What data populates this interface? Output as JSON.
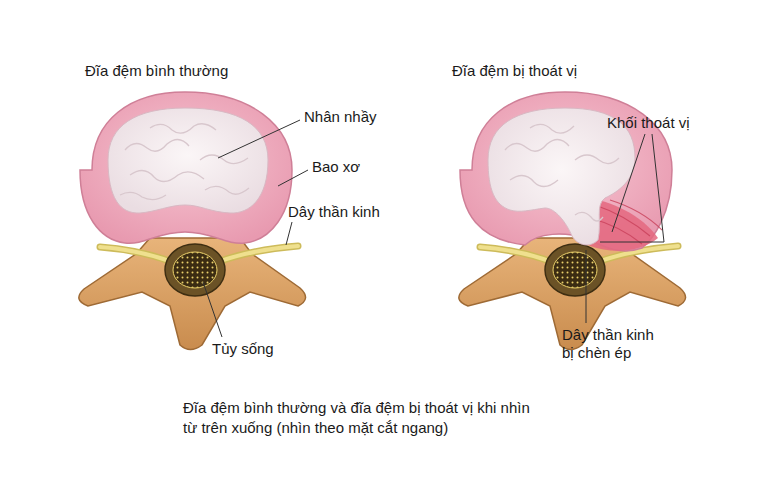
{
  "diagram": {
    "caption": "Đĩa đệm bình thường và đĩa đệm bị thoát vị khi nhìn từ trên xuống (nhìn theo mặt cắt ngang)",
    "labels": [
      "Đĩa đệm bình thường",
      "Nhân nhầy",
      "Bao xơ",
      "Dây thần kinh",
      "Tủy sống",
      "Đĩa đệm bị thoát vị",
      "Khối thoát vị",
      "Dây thần kinh bị chèn ép"
    ]
  }
}
